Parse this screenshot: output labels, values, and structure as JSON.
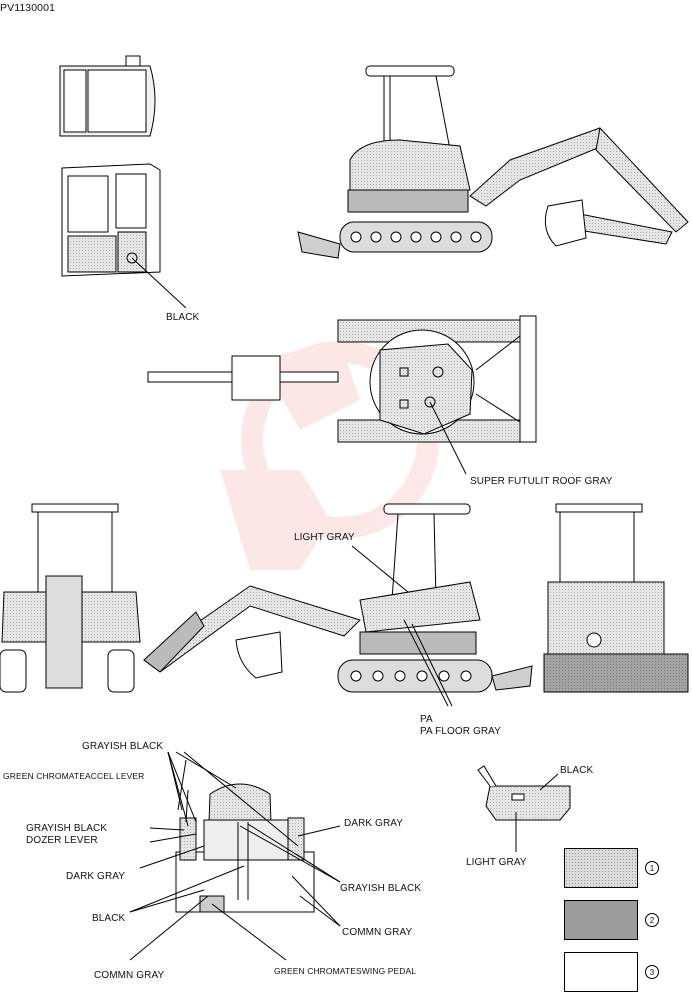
{
  "doc": {
    "code": "PV1130001"
  },
  "labels": {
    "black_cab": "BLACK",
    "roof_gray": "SUPER FUTULIT ROOF GRAY",
    "light_gray": "LIGHT GRAY",
    "pa": "PA",
    "pa_floor_gray": "PA FLOOR  GRAY",
    "grayish_black_top": "GRAYISH BLACK",
    "green_accel": "GREEN CHROMATEACCEL LEVER",
    "grayish_black_dozer_1": "GRAYISH BLACK",
    "grayish_black_dozer_2": "DOZER LEVER",
    "dark_gray_left": "DARK GRAY",
    "black_left": "BLACK",
    "commn_gray_left": "COMMN  GRAY",
    "green_swing": "GREEN CHROMATESWING PEDAL",
    "dark_gray_right": "DARK GRAY",
    "grayish_black_right": "GRAYISH BLACK",
    "commn_gray_right": "COMMN  GRAY",
    "black_lever": "BLACK",
    "light_gray_lever": "LIGHT GRAY"
  },
  "legend": [
    {
      "number": "1",
      "color": "#dcdcdc",
      "pattern": "dotted"
    },
    {
      "number": "2",
      "color": "#9b9b9b",
      "pattern": "solid"
    },
    {
      "number": "3",
      "color": "#ffffff",
      "pattern": "plain"
    }
  ]
}
